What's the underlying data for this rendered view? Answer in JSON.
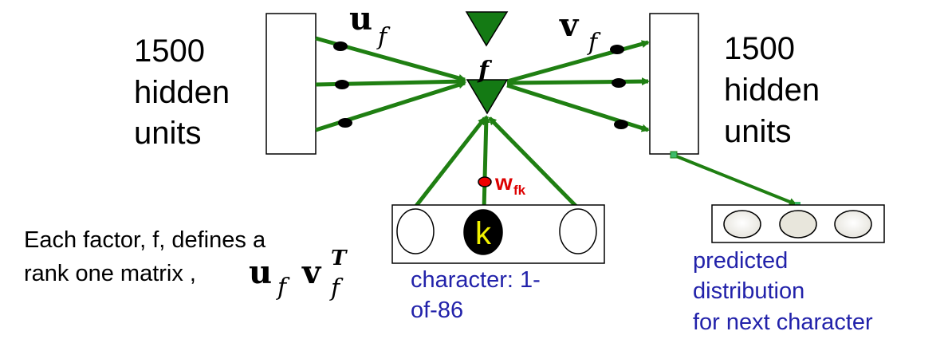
{
  "left_layer": {
    "lines": [
      "1500",
      "hidden",
      "units"
    ]
  },
  "right_layer": {
    "lines": [
      "1500",
      "hidden",
      "units"
    ]
  },
  "factor": {
    "label": "f"
  },
  "u_label": {
    "symbol": "u",
    "subscript": "f"
  },
  "v_label": {
    "symbol": "v",
    "subscript": "f"
  },
  "weight_label": {
    "main": "w",
    "subscript": "fk"
  },
  "input_unit": {
    "label": "k"
  },
  "caption_left": {
    "line1": "Each factor, f, defines a",
    "line2_prefix": "rank one matrix ,",
    "u": "u",
    "u_sub": "f",
    "v": "v",
    "v_sub": "f",
    "v_sup": "T"
  },
  "caption_input": {
    "lines": [
      "character: 1-",
      "of-86"
    ]
  },
  "caption_output": {
    "lines": [
      "predicted",
      "distribution",
      "for next character"
    ]
  },
  "colors": {
    "arrow": "#1f7f12",
    "factor": "#147a14",
    "text_blue": "#2222aa",
    "weight_red": "#dd0000",
    "active_unit": "#000000",
    "active_label": "#f2f200",
    "output_marker": "#3dbb6a"
  }
}
